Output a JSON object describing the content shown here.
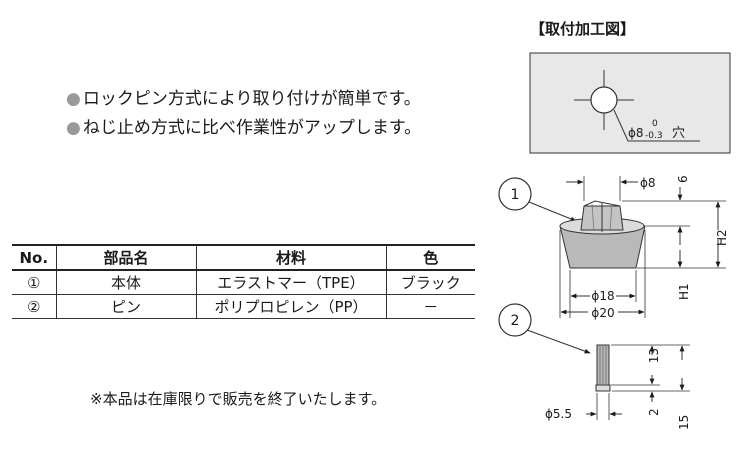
{
  "drilling": {
    "title": "【取付加工図】",
    "hole_label": "ϕ8",
    "tol_upper": "0",
    "tol_lower": "-0.3",
    "hole_suffix": "穴"
  },
  "features": [
    {
      "bullet": "●",
      "text": "ロックピン方式により取り付けが簡単です。"
    },
    {
      "bullet": "●",
      "text": "ねじ止め方式に比べ作業性がアップします。"
    }
  ],
  "table": {
    "headers": [
      "No.",
      "部品名",
      "材料",
      "色"
    ],
    "rows": [
      [
        "①",
        "本体",
        "エラストマー（TPE）",
        "ブラック"
      ],
      [
        "②",
        "ピン",
        "ポリプロピレン（PP）",
        "－"
      ]
    ]
  },
  "note": "※本品は在庫限りで販売を終了いたします。",
  "figure1": {
    "callout": "1",
    "dim_top_dia": "ϕ8",
    "dim_top_h": "6",
    "dim_h2": "H2",
    "dim_h1": "H1",
    "dim_inner_dia": "ϕ18",
    "dim_outer_dia": "ϕ20"
  },
  "figure2": {
    "callout": "2",
    "dim_len": "13",
    "dim_tip": "2",
    "dim_total": "15",
    "dim_dia": "ϕ5.5"
  },
  "colors": {
    "panel_fill": "#e8e8e8",
    "part_gray": "#b9b9b9",
    "part_light": "#dcdcdc"
  }
}
